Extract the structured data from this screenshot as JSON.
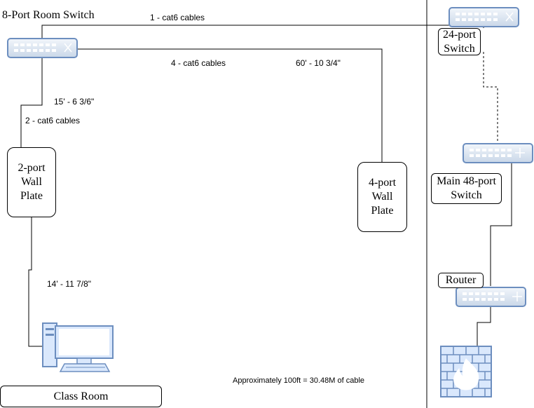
{
  "diagram": {
    "room_switch_label": "8-Port Room Switch",
    "cable_1": "1 - cat6 cables",
    "cable_4": "4 - cat6 cables",
    "dist_60": "60' - 10 3/4\"",
    "dist_15": "15' - 6 3/6\"",
    "cable_2": "2 - cat6 cables",
    "dist_14": "14' - 11 7/8\"",
    "wall_plate_2": "2-port\nWall\nPlate",
    "wall_plate_4": "4-port\nWall\nPlate",
    "switch_24": "24-port\nSwitch",
    "switch_48": "Main 48-port\nSwitch",
    "router": "Router",
    "classroom": "Class Room",
    "total_note": "Approximately 100ft = 30.48M of cable"
  },
  "colors": {
    "device_fill": "#dae8fc",
    "device_stroke": "#6c8ebf",
    "firewall_fill": "#dae8fc",
    "line": "#000000"
  },
  "icons": [
    "switch-icon",
    "router-icon",
    "computer-icon",
    "firewall-icon"
  ]
}
